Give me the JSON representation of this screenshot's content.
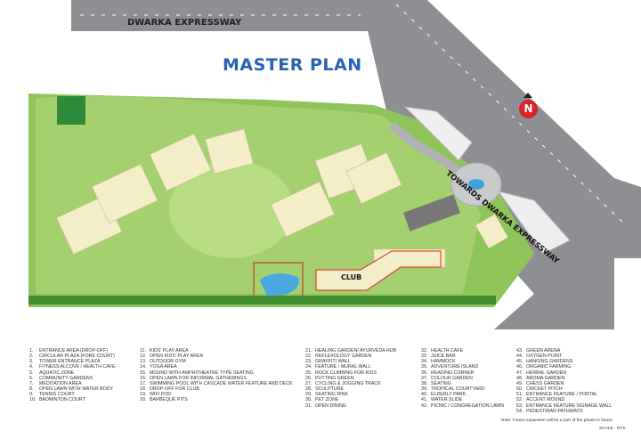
{
  "title": "MASTER PLAN",
  "roads": {
    "top": "DWARKA EXPRESSWAY",
    "diagonal": "TOWARDS DWARKA EXPRESSWAY"
  },
  "compass": {
    "label": "N",
    "color": "#d8232a"
  },
  "map_labels": {
    "club": "CLUB"
  },
  "colors": {
    "title": "#2a62b0",
    "road": "#8e8f93",
    "grass": "#8fc45a",
    "building": "#f3edc8",
    "boundary": "#e02020"
  },
  "legend": [
    [
      {
        "n": "1.",
        "t": "ENTRANCE AREA (DROP-OFF)"
      },
      {
        "n": "2.",
        "t": "CIRCULAR PLAZA (FORE COURT)"
      },
      {
        "n": "3.",
        "t": "TOWER ENTRANCE PLAZA"
      },
      {
        "n": "4.",
        "t": "FITNESS ALCOVE / HEALTH CAFE"
      },
      {
        "n": "5.",
        "t": "AQUATIC ZONE"
      },
      {
        "n": "6.",
        "t": "COMMUNITY GARDENS"
      },
      {
        "n": "7.",
        "t": "MEDITATION AREA"
      },
      {
        "n": "8.",
        "t": "OPEN LAWN WITH WATER BODY"
      },
      {
        "n": "9.",
        "t": "TENNIS COURT"
      },
      {
        "n": "10.",
        "t": "BADMINTON COURT"
      }
    ],
    [
      {
        "n": "11.",
        "t": "KIDS' PLAY AREA"
      },
      {
        "n": "12.",
        "t": "OPEN KIDS' PLAY AREA"
      },
      {
        "n": "13.",
        "t": "OUTDOOR GYM"
      },
      {
        "n": "14.",
        "t": "YOGA AREA"
      },
      {
        "n": "15.",
        "t": "MOUND WITH AMPHITHEATRE TYPE SEATING"
      },
      {
        "n": "16.",
        "t": "OPEN LAWN FOR INFORMAL GATHERINGS"
      },
      {
        "n": "17.",
        "t": "SWIMMING POOL WITH CASCADE WATER FEATURE AND DECK"
      },
      {
        "n": "18.",
        "t": "DROP-OFF FOR CLUB"
      },
      {
        "n": "19.",
        "t": "WIFI POD"
      },
      {
        "n": "20.",
        "t": "BARBEQUE PITS"
      }
    ],
    [
      {
        "n": "21.",
        "t": "HEALING GARDEN/ AYURVEDA HUB"
      },
      {
        "n": "22.",
        "t": "REFLEXOLOGY GARDEN"
      },
      {
        "n": "23.",
        "t": "GRAFFITI WALL"
      },
      {
        "n": "24.",
        "t": "FEATURE / MURAL WALL"
      },
      {
        "n": "25.",
        "t": "ROCK CLIMBING FOR KIDS"
      },
      {
        "n": "26.",
        "t": "PUTTING GREEN"
      },
      {
        "n": "27.",
        "t": "CYCLING & JOGGING TRACK"
      },
      {
        "n": "28.",
        "t": "SCULPTURE"
      },
      {
        "n": "29.",
        "t": "SKATING RINK"
      },
      {
        "n": "30.",
        "t": "PET ZONE"
      },
      {
        "n": "31.",
        "t": "OPEN DINING"
      }
    ],
    [
      {
        "n": "32.",
        "t": "HEALTH CAFE"
      },
      {
        "n": "33.",
        "t": "JUICE BAR"
      },
      {
        "n": "34.",
        "t": "HAMMOCK"
      },
      {
        "n": "35.",
        "t": "ADVENTURE ISLAND"
      },
      {
        "n": "36.",
        "t": "READING CORNER"
      },
      {
        "n": "37.",
        "t": "COLOUR GARDEN"
      },
      {
        "n": "38.",
        "t": "SEATING"
      },
      {
        "n": "39.",
        "t": "TROPICAL COURTYARD"
      },
      {
        "n": "40.",
        "t": "ELDERLY PARK"
      },
      {
        "n": "41.",
        "t": "WATER SLIDE"
      },
      {
        "n": "42.",
        "t": "PICNIC / CONGREGATION LAWN"
      }
    ],
    [
      {
        "n": "43.",
        "t": "GREEN ARENA"
      },
      {
        "n": "44.",
        "t": "OXYGEN POINT"
      },
      {
        "n": "45.",
        "t": "HANGING GARDENS"
      },
      {
        "n": "46.",
        "t": "ORGANIC FARMING"
      },
      {
        "n": "47.",
        "t": "HERBAL GARDEN"
      },
      {
        "n": "48.",
        "t": "AROMA GARDEN"
      },
      {
        "n": "49.",
        "t": "CHESS GARDEN"
      },
      {
        "n": "50.",
        "t": "CRICKET PITCH"
      },
      {
        "n": "51.",
        "t": "ENTRANCE FEATURE / PORTAL"
      },
      {
        "n": "52.",
        "t": "ACCENT MOUND"
      },
      {
        "n": "53.",
        "t": "ENTRANCE FEATURE SIGNAGE WALL"
      },
      {
        "n": "54.",
        "t": "PEDESTRIAN PATHWAYS"
      }
    ]
  ],
  "note": "Note: Future expansion will be a part of the phase in future.",
  "scale": "SCALE - NTS"
}
